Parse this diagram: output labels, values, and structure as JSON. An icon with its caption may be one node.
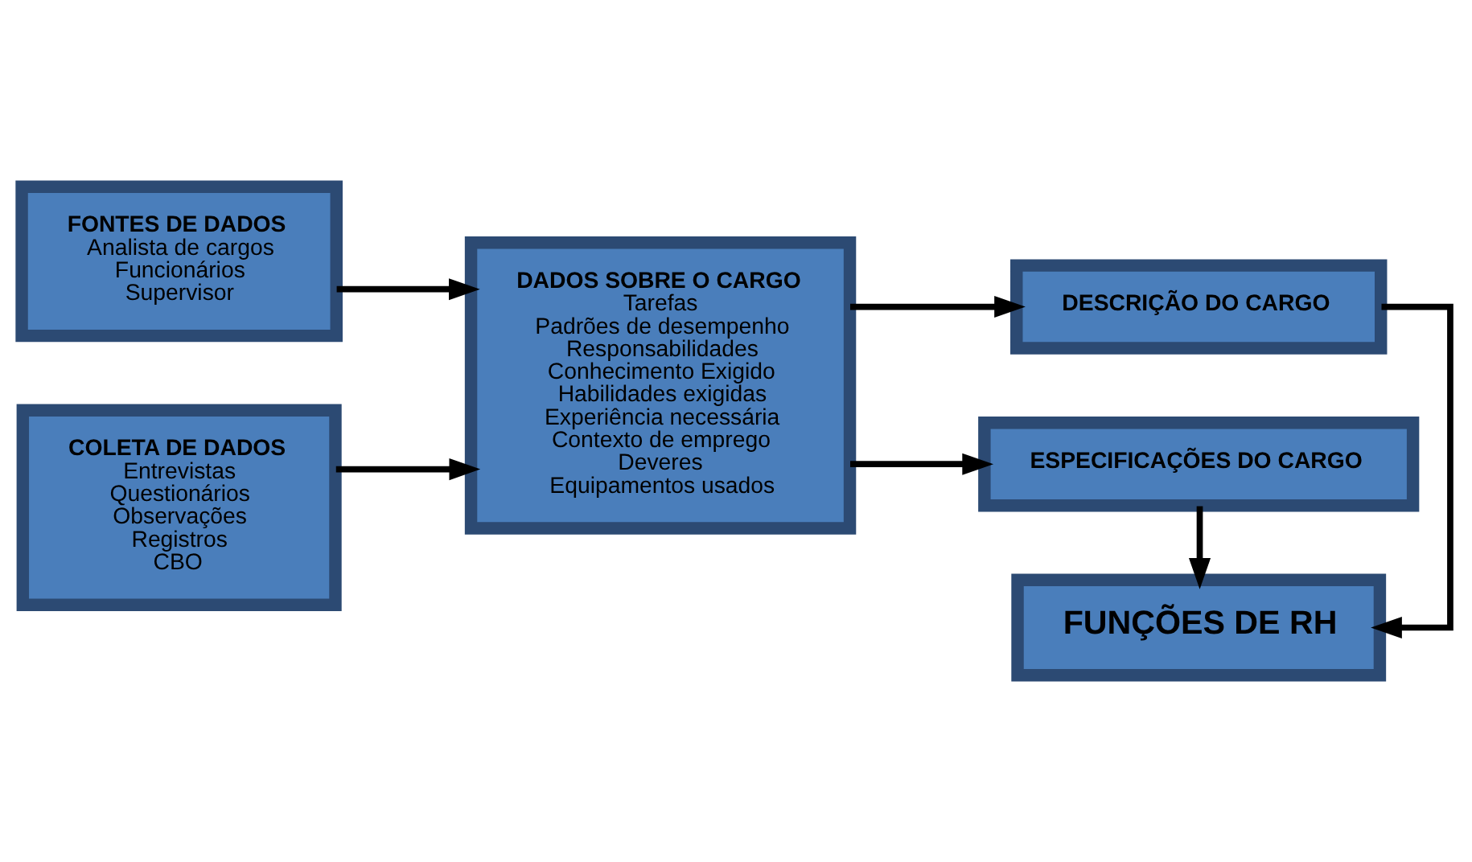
{
  "diagram": {
    "nodes": [
      {
        "text": [
          "FONTES DE DADOS",
          "Analista de cargos",
          "Funcionários",
          "Supervisor"
        ]
      },
      {
        "text": [
          "COLETA DE DADOS",
          "Entrevistas",
          "Questionários",
          "Observações",
          "Registros",
          "CBO"
        ]
      },
      {
        "text": [
          "DADOS SOBRE O CARGO",
          "Tarefas",
          "Padrões de desempenho",
          "Responsabilidades",
          "Conhecimento Exigido",
          "Habilidades exigidas",
          "Experiência necessária",
          "Contexto de emprego",
          "Deveres",
          "Equipamentos usados"
        ]
      },
      {
        "text": [
          "DESCRIÇÃO DO CARGO"
        ]
      },
      {
        "text": [
          "FUNÇÕES DE RH"
        ]
      },
      {
        "text": [
          "ESPECIFICAÇÕES DO CARGO"
        ]
      }
    ],
    "edges": [
      {
        "from": 0,
        "to": 2,
        "arrow": "to"
      },
      {
        "from": 1,
        "to": 2,
        "arrow": "to"
      },
      {
        "from": 2,
        "to": 3,
        "arrow": "to"
      },
      {
        "from": 2,
        "to": 5,
        "arrow": "to"
      },
      {
        "from": 3,
        "to": 4,
        "arrow": "to"
      },
      {
        "from": 5,
        "to": 4,
        "arrow": "to"
      }
    ]
  }
}
